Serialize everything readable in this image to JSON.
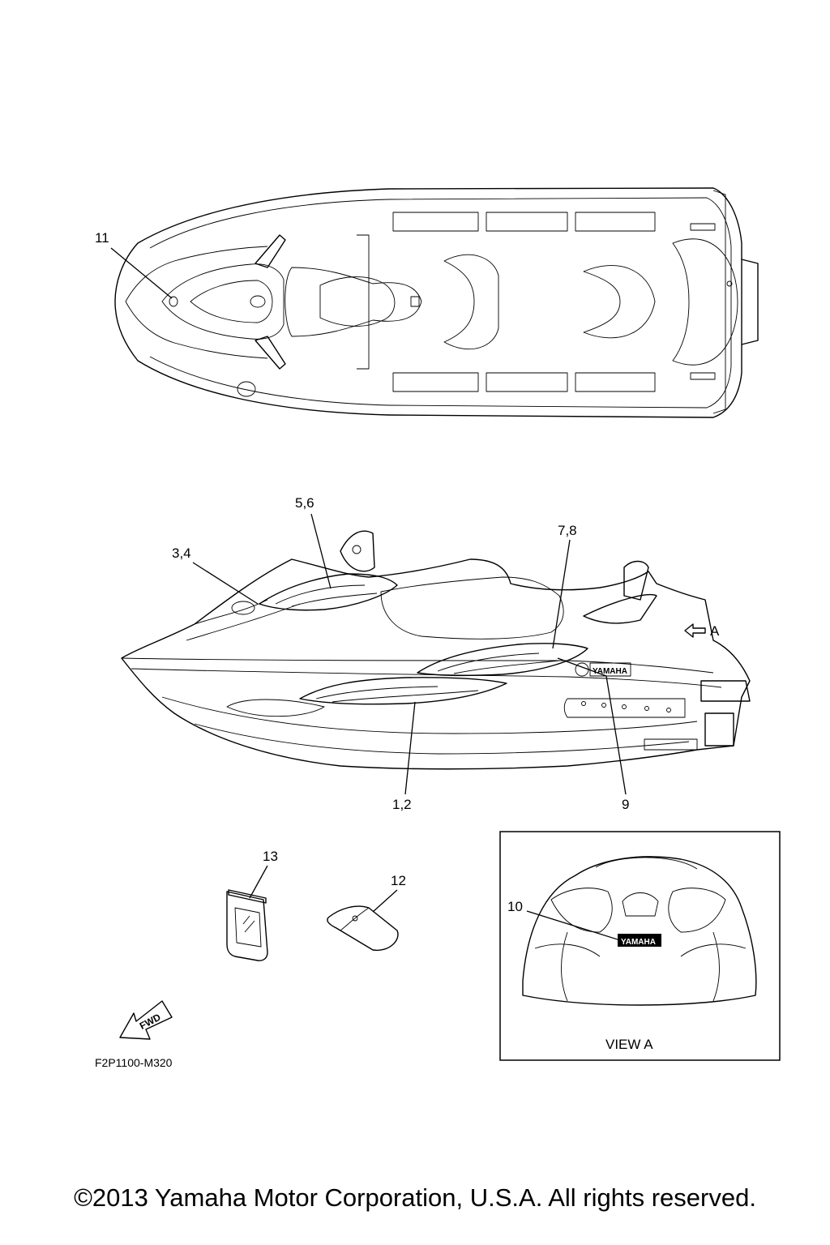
{
  "callouts": {
    "c11": "11",
    "c56": "5,6",
    "c78": "7,8",
    "c34": "3,4",
    "c12a": "1,2",
    "c9": "9",
    "c13": "13",
    "c12": "12",
    "c10": "10"
  },
  "view_label": "VIEW A",
  "view_arrow_label": "A",
  "fwd_label": "FWD",
  "brand_label": "YAMAHA",
  "drawing_code": "F2P1100-M320",
  "copyright": "©2013 Yamaha Motor Corporation, U.S.A. All rights reserved."
}
